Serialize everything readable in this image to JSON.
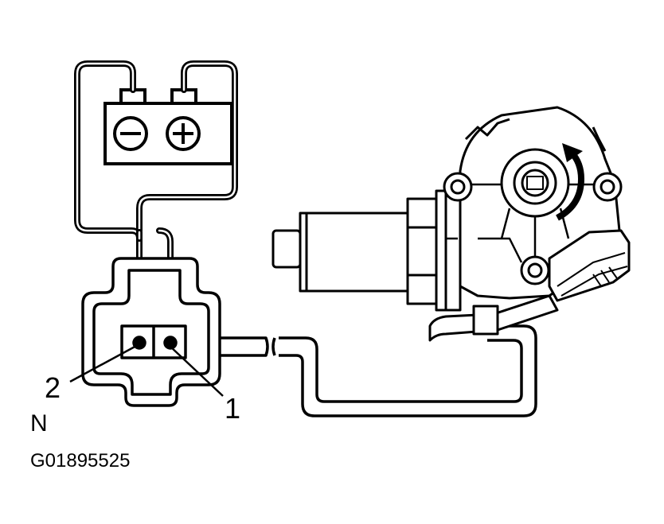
{
  "figure": {
    "battery": {
      "negative_symbol": "minus-icon",
      "positive_symbol": "plus-icon"
    },
    "connector": {
      "terminal_2_label": "2",
      "terminal_1_label": "1"
    },
    "view_label": "N",
    "figure_code": "G01895525",
    "motor": {
      "rotation_arrow": "rotation-arrow-icon"
    },
    "colors": {
      "ink": "#000000",
      "background": "#ffffff"
    }
  }
}
